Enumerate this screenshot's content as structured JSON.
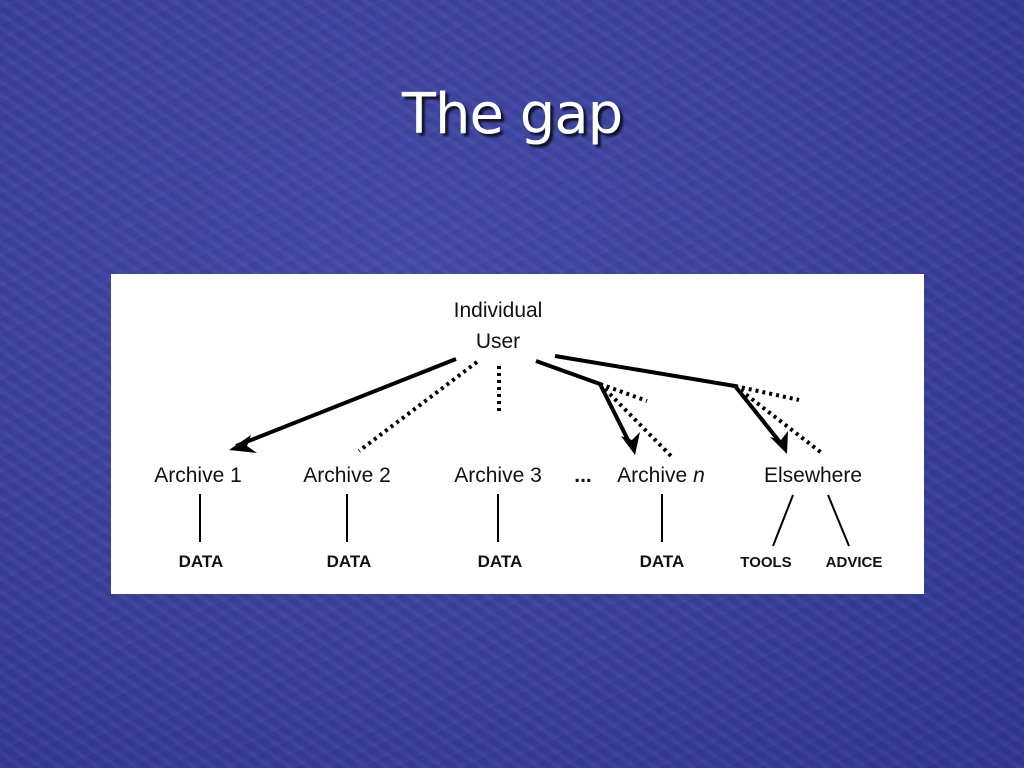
{
  "slide": {
    "title": "The gap"
  },
  "diagram": {
    "root": {
      "line1": "Individual",
      "line2": "User"
    },
    "nodes": {
      "archive1": "Archive 1",
      "archive2": "Archive 2",
      "archive3": "Archive 3",
      "ellipsis": "...",
      "archive_n_prefix": "Archive",
      "archive_n_suffix": "n",
      "elsewhere": "Elsewhere"
    },
    "leaves": {
      "data1": "DATA",
      "data2": "DATA",
      "data3": "DATA",
      "data_n": "DATA",
      "tools": "TOOLS",
      "advice": "ADVICE"
    }
  },
  "colors": {
    "background": "#3a419c",
    "title": "#ffffff",
    "panel": "#ffffff",
    "lines": "#000000"
  }
}
